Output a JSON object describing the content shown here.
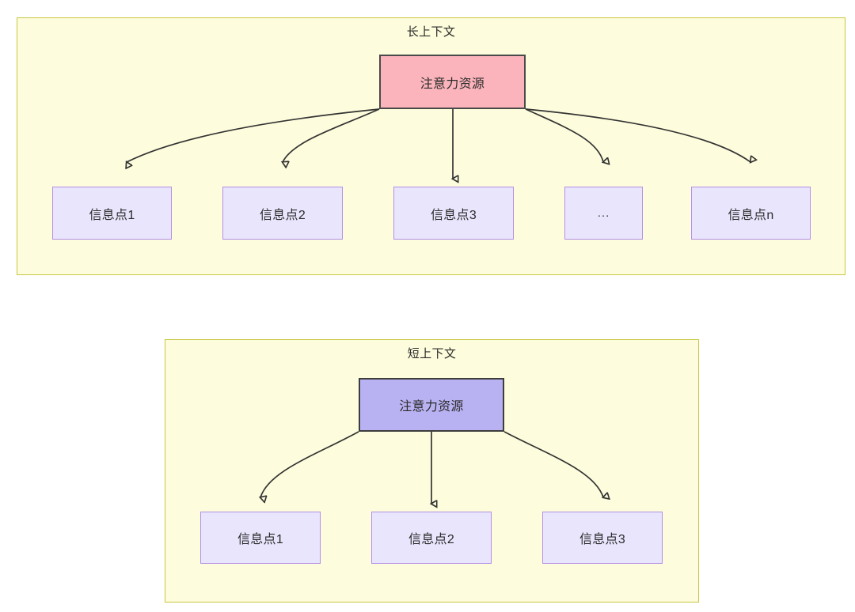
{
  "diagram": {
    "type": "tree-diagram",
    "background_color": "#ffffff",
    "groups": [
      {
        "id": "long-context",
        "title": "长上下文",
        "frame_color": "#FDFCDC",
        "frame_border_color": "#C9C642",
        "root": {
          "label": "注意力资源",
          "fill": "#FBB4BB",
          "border": "#4a4a4a"
        },
        "leaves": [
          {
            "label": "信息点1",
            "fill": "#E8E5FC",
            "border": "#B48FE8"
          },
          {
            "label": "信息点2",
            "fill": "#E8E5FC",
            "border": "#B48FE8"
          },
          {
            "label": "信息点3",
            "fill": "#E8E5FC",
            "border": "#B48FE8"
          },
          {
            "label": "...",
            "fill": "#E8E5FC",
            "border": "#B48FE8"
          },
          {
            "label": "信息点n",
            "fill": "#E8E5FC",
            "border": "#B48FE8"
          }
        ]
      },
      {
        "id": "short-context",
        "title": "短上下文",
        "frame_color": "#FDFCDC",
        "frame_border_color": "#C9C642",
        "root": {
          "label": "注意力资源",
          "fill": "#B9B2F2",
          "border": "#3d3d3d"
        },
        "leaves": [
          {
            "label": "信息点1",
            "fill": "#E8E5FC",
            "border": "#B48FE8"
          },
          {
            "label": "信息点2",
            "fill": "#E8E5FC",
            "border": "#B48FE8"
          },
          {
            "label": "信息点3",
            "fill": "#E8E5FC",
            "border": "#B48FE8"
          }
        ]
      }
    ]
  }
}
